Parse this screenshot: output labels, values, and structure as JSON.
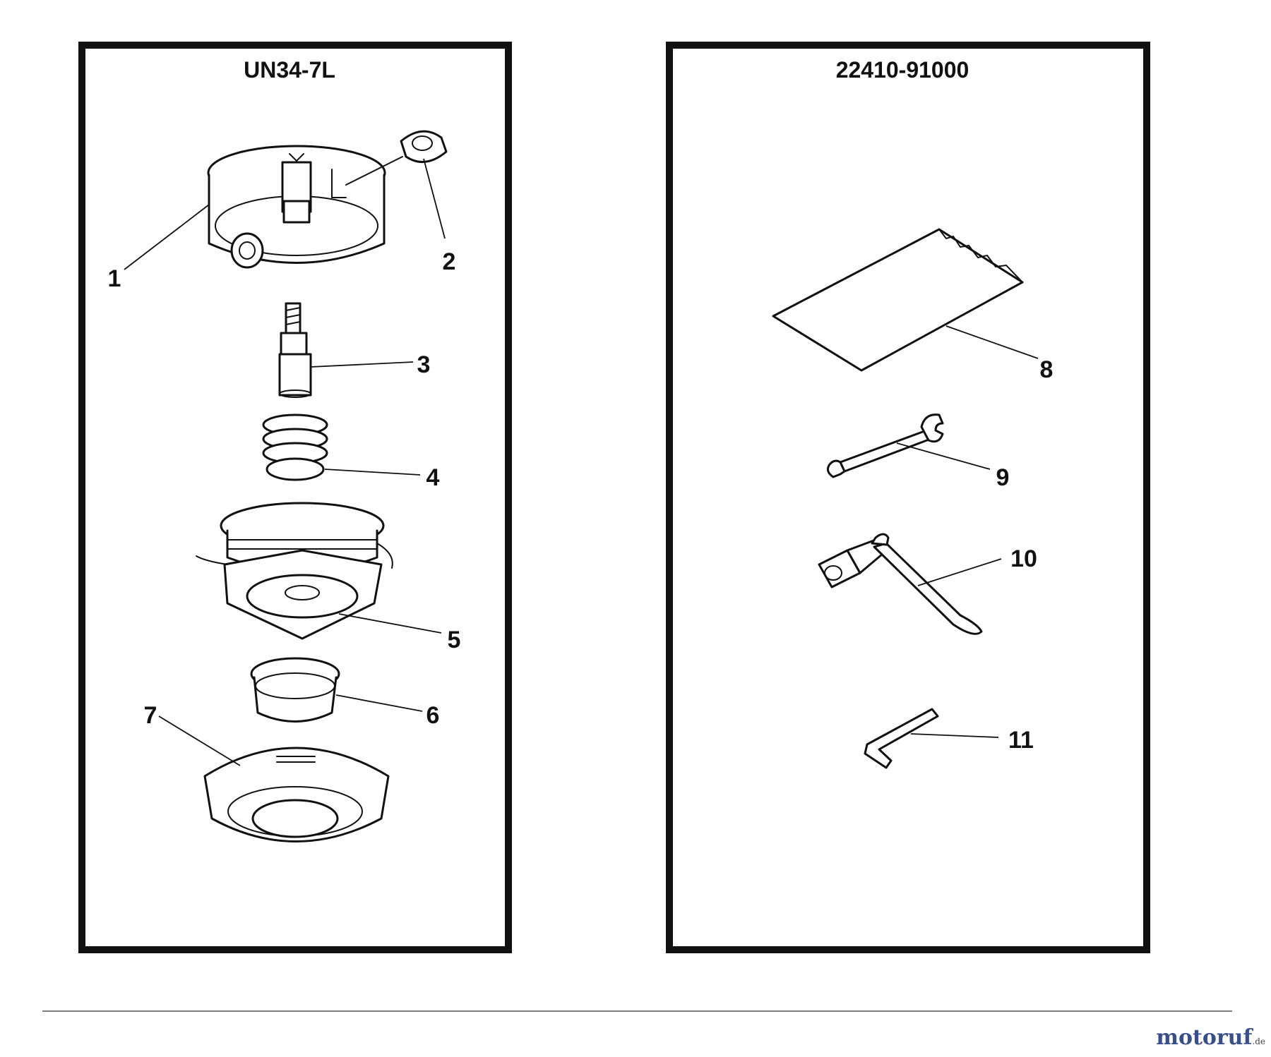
{
  "panels": [
    {
      "title": "UN34-7L"
    },
    {
      "title": "22410-91000"
    }
  ],
  "callouts": [
    "1",
    "2",
    "3",
    "4",
    "5",
    "6",
    "7",
    "8",
    "9",
    "10",
    "11"
  ],
  "watermark": {
    "text": "motoruf",
    "tld": ".de"
  }
}
